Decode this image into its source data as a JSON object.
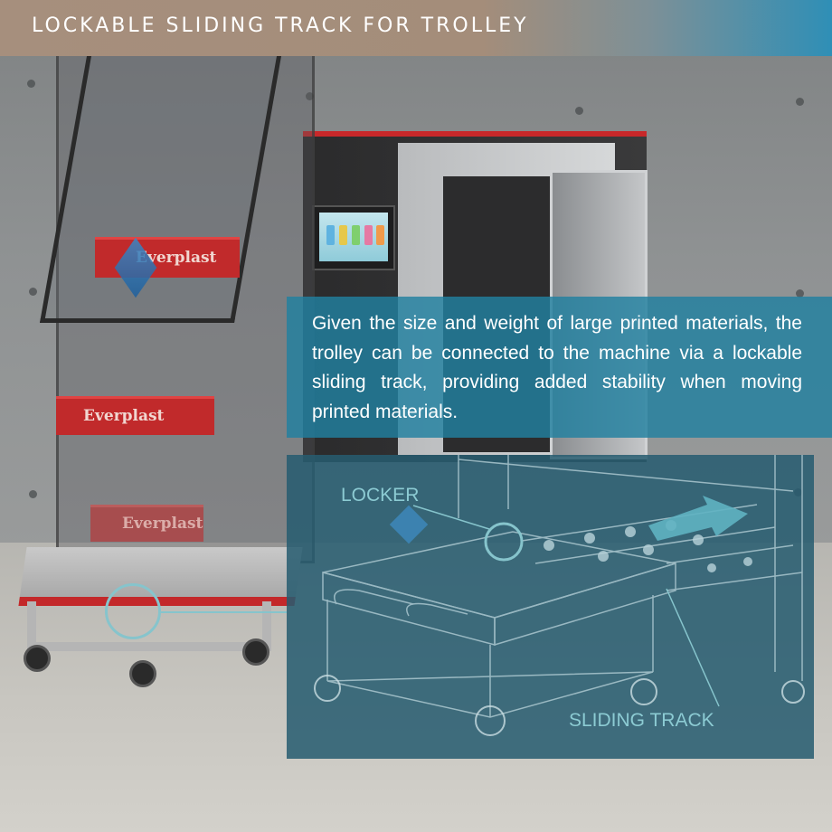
{
  "header": {
    "title": "LOCKABLE SLIDING TRACK FOR TROLLEY"
  },
  "description": {
    "text": "Given the size and weight of large printed materials, the trolley can be connected to the machine via a lockable sliding track, providing added stability when moving printed materials."
  },
  "brand": {
    "tray_labels": [
      "Everplast",
      "Everplast",
      "Everplast"
    ]
  },
  "detail": {
    "locker_label": "LOCKER",
    "track_label": "SLIDING TRACK"
  },
  "colors": {
    "header_start": "#a68f7d",
    "header_end": "#2f8fb6",
    "text_panel": "#2180a0",
    "detail_panel": "#265c70",
    "callout": "#86c4cc",
    "machine_red": "#c12a2b"
  }
}
